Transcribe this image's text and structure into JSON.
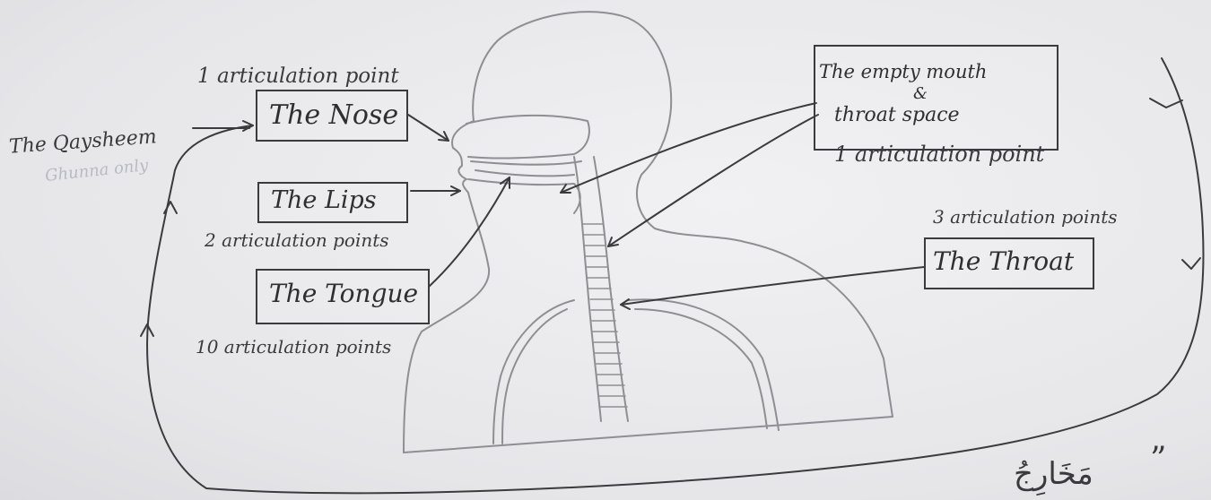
{
  "labels": {
    "nose": {
      "box": "The Nose",
      "note": "1 articulation point"
    },
    "lips": {
      "box": "The Lips",
      "note": "2 articulation points"
    },
    "tongue": {
      "box": "The Tongue",
      "note": "10 articulation points"
    },
    "empty_space": {
      "box_line1": "The empty mouth",
      "box_line2": "&",
      "box_line3": "throat space",
      "note": "1 articulation point"
    },
    "throat": {
      "box": "The Throat",
      "note": "3 articulation points"
    },
    "side_note": "The Qaysheem",
    "side_note_faint": "Ghunna only",
    "arabic_title": "مَخَارِجُ",
    "quote_mark": "”"
  },
  "colors": {
    "ink": "#3b3b3f",
    "pencil": "#8e8e94",
    "paper": "#ececef"
  }
}
